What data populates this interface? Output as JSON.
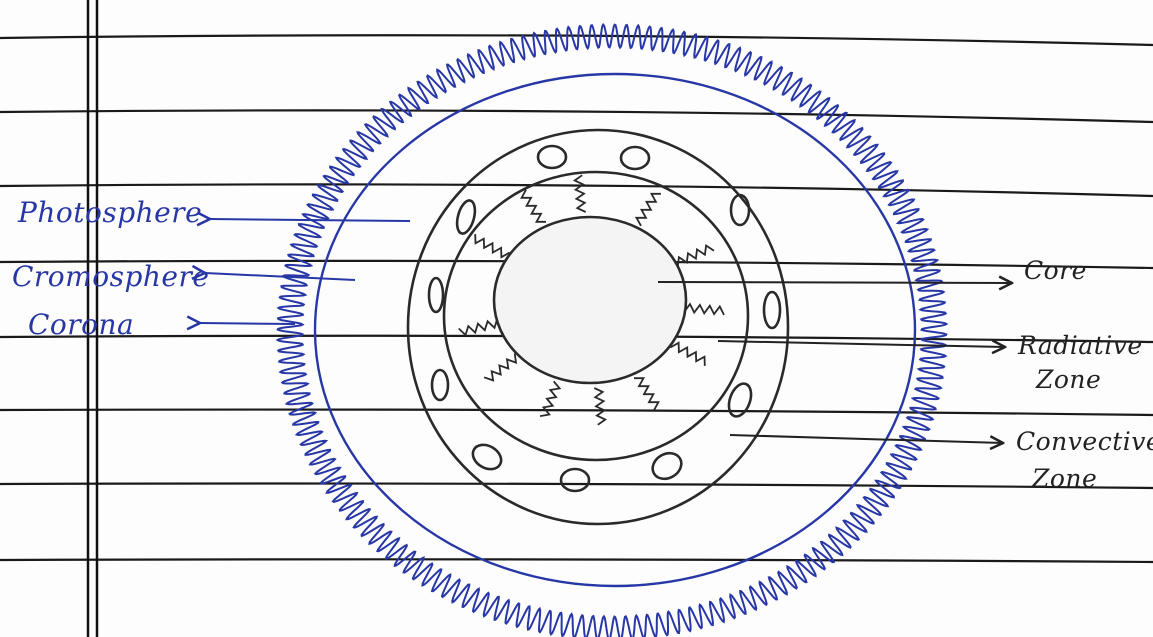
{
  "colors": {
    "blue_ink": "#2837a6",
    "pencil": "#2a2a2a",
    "ruled_line": "#111111",
    "paper": "#fdfdfd"
  },
  "labels": {
    "photosphere": "Photosphere",
    "chromosphere": "Cromosphere",
    "corona": "Corona",
    "core": "Core",
    "radiative_zone": [
      "Radiative",
      "Zone"
    ],
    "convective_zone": [
      "Convective",
      "Zone"
    ]
  }
}
